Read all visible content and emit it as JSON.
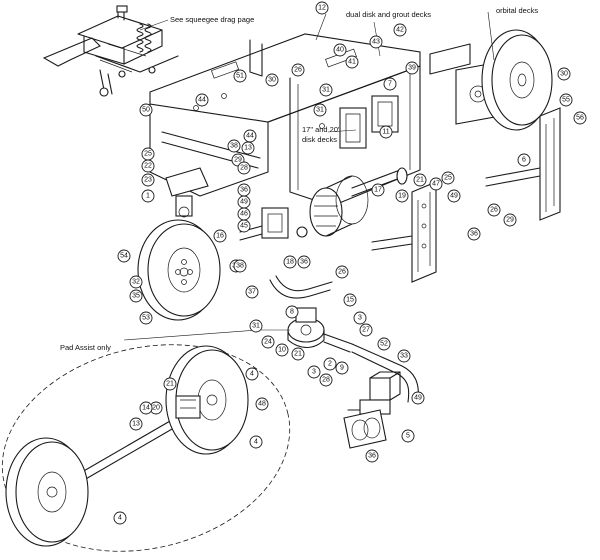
{
  "notes": {
    "squeegee": "See squeegee drag page",
    "dual_disk": "dual disk and grout decks",
    "orbital": "orbital decks",
    "disk_1720_line1": "17\" and 20\"",
    "disk_1720_line2": "disk decks",
    "pad_assist": "Pad Assist only"
  },
  "callouts": [
    {
      "id": "c12",
      "label": "12"
    },
    {
      "id": "c50",
      "label": "50"
    },
    {
      "id": "c51",
      "label": "51"
    },
    {
      "id": "c44a",
      "label": "44"
    },
    {
      "id": "c44b",
      "label": "44"
    },
    {
      "id": "c25a",
      "label": "25"
    },
    {
      "id": "c22",
      "label": "22"
    },
    {
      "id": "c23",
      "label": "23"
    },
    {
      "id": "c1",
      "label": "1"
    },
    {
      "id": "c38a",
      "label": "38"
    },
    {
      "id": "c29a",
      "label": "29"
    },
    {
      "id": "c13a",
      "label": "13"
    },
    {
      "id": "c28a",
      "label": "28"
    },
    {
      "id": "c54",
      "label": "54"
    },
    {
      "id": "c32",
      "label": "32"
    },
    {
      "id": "c35",
      "label": "35"
    },
    {
      "id": "c53",
      "label": "53"
    },
    {
      "id": "c36a",
      "label": "36"
    },
    {
      "id": "c49a",
      "label": "49"
    },
    {
      "id": "c46",
      "label": "46"
    },
    {
      "id": "c45",
      "label": "45"
    },
    {
      "id": "c16",
      "label": "16"
    },
    {
      "id": "c34",
      "label": "34"
    },
    {
      "id": "c18",
      "label": "18"
    },
    {
      "id": "c37",
      "label": "37"
    },
    {
      "id": "c31a",
      "label": "31"
    },
    {
      "id": "c24",
      "label": "24"
    },
    {
      "id": "c10",
      "label": "10"
    },
    {
      "id": "c21a",
      "label": "21"
    },
    {
      "id": "c8",
      "label": "8"
    },
    {
      "id": "c36b",
      "label": "36"
    },
    {
      "id": "c15",
      "label": "15"
    },
    {
      "id": "c3a",
      "label": "3"
    },
    {
      "id": "c27",
      "label": "27"
    },
    {
      "id": "c9",
      "label": "9"
    },
    {
      "id": "c52",
      "label": "52"
    },
    {
      "id": "c33",
      "label": "33"
    },
    {
      "id": "c26a",
      "label": "26"
    },
    {
      "id": "c17",
      "label": "17"
    },
    {
      "id": "c11",
      "label": "11"
    },
    {
      "id": "c19",
      "label": "19"
    },
    {
      "id": "c21b",
      "label": "21"
    },
    {
      "id": "c47",
      "label": "47"
    },
    {
      "id": "c40",
      "label": "40"
    },
    {
      "id": "c41",
      "label": "41"
    },
    {
      "id": "c43",
      "label": "43"
    },
    {
      "id": "c42",
      "label": "42"
    },
    {
      "id": "c39",
      "label": "39"
    },
    {
      "id": "c30a",
      "label": "30"
    },
    {
      "id": "c30b",
      "label": "30"
    },
    {
      "id": "c26b",
      "label": "26"
    },
    {
      "id": "c26c",
      "label": "26"
    },
    {
      "id": "c31b",
      "label": "31"
    },
    {
      "id": "c31c",
      "label": "31"
    },
    {
      "id": "c7",
      "label": "7"
    },
    {
      "id": "c6",
      "label": "6"
    },
    {
      "id": "c55",
      "label": "55"
    },
    {
      "id": "c56",
      "label": "56"
    },
    {
      "id": "c5",
      "label": "5"
    },
    {
      "id": "c36c",
      "label": "36"
    },
    {
      "id": "c38b",
      "label": "38"
    },
    {
      "id": "c36d",
      "label": "36"
    },
    {
      "id": "c48",
      "label": "48"
    },
    {
      "id": "c20",
      "label": "20"
    },
    {
      "id": "c4a",
      "label": "4"
    },
    {
      "id": "c4b",
      "label": "4"
    },
    {
      "id": "c4c",
      "label": "4"
    },
    {
      "id": "c14",
      "label": "14"
    },
    {
      "id": "c21c",
      "label": "21"
    },
    {
      "id": "c13b",
      "label": "13"
    },
    {
      "id": "c49b",
      "label": "49"
    },
    {
      "id": "c2",
      "label": "2"
    },
    {
      "id": "c3b",
      "label": "3"
    },
    {
      "id": "c28b",
      "label": "28"
    },
    {
      "id": "c49c",
      "label": "49"
    },
    {
      "id": "c25b",
      "label": "25"
    },
    {
      "id": "c29b",
      "label": "29"
    }
  ]
}
